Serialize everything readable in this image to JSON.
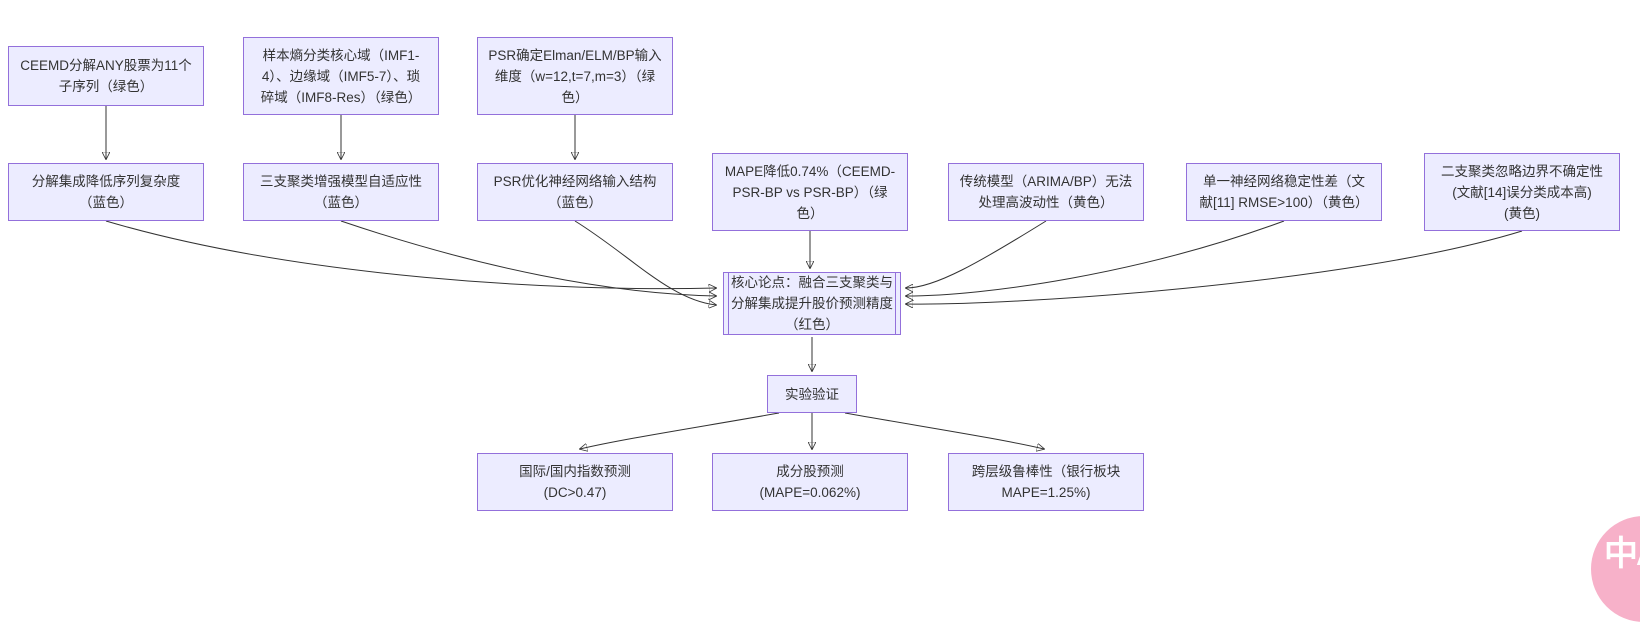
{
  "diagram": {
    "type": "flowchart",
    "nodes": {
      "ceemd": {
        "label": "CEEMD分解ANY股票为11个\n子序列（绿色）"
      },
      "sample_entropy": {
        "label": "样本熵分类核心域（IMF1-\n4）、边缘域（IMF5-7）、琐\n碎域（IMF8-Res）（绿色）"
      },
      "psr_input": {
        "label": "PSR确定Elman/ELM/BP输入\n维度（w=12,t=7,m=3）（绿\n色）"
      },
      "decomp": {
        "label": "分解集成降低序列复杂度\n（蓝色）"
      },
      "three_way": {
        "label": "三支聚类增强模型自适应性\n（蓝色）"
      },
      "psr_opt": {
        "label": "PSR优化神经网络输入结构\n（蓝色）"
      },
      "mape": {
        "label": "MAPE降低0.74%（CEEMD-\nPSR-BP vs PSR-BP）（绿\n色）"
      },
      "traditional": {
        "label": "传统模型（ARIMA/BP）无法\n处理高波动性（黄色）"
      },
      "single_nn": {
        "label": "单一神经网络稳定性差（文\n献[11] RMSE>100）（黄色）"
      },
      "two_way": {
        "label": "二支聚类忽略边界不确定性\n(文献[14]误分类成本高)\n(黄色)"
      },
      "core": {
        "label": "核心论点：融合三支聚类与\n分解集成提升股价预测精度\n（红色）"
      },
      "experiment": {
        "label": "实验验证"
      },
      "index_pred": {
        "label": "国际/国内指数预测\n(DC>0.47)"
      },
      "component_pred": {
        "label": "成分股预测\n(MAPE=0.062%)"
      },
      "robustness": {
        "label": "跨层级鲁棒性（银行板块\nMAPE=1.25%)"
      }
    },
    "edges": [
      {
        "from": "ceemd",
        "to": "decomp"
      },
      {
        "from": "sample_entropy",
        "to": "three_way"
      },
      {
        "from": "psr_input",
        "to": "psr_opt"
      },
      {
        "from": "decomp",
        "to": "core"
      },
      {
        "from": "three_way",
        "to": "core"
      },
      {
        "from": "psr_opt",
        "to": "core"
      },
      {
        "from": "mape",
        "to": "core"
      },
      {
        "from": "traditional",
        "to": "core"
      },
      {
        "from": "single_nn",
        "to": "core"
      },
      {
        "from": "two_way",
        "to": "core"
      },
      {
        "from": "core",
        "to": "experiment"
      },
      {
        "from": "experiment",
        "to": "index_pred"
      },
      {
        "from": "experiment",
        "to": "component_pred"
      },
      {
        "from": "experiment",
        "to": "robustness"
      }
    ],
    "colors": {
      "node_fill": "#ECECFF",
      "node_border": "#9370DB",
      "edge": "#333333",
      "text": "#333333"
    }
  },
  "widgets": {
    "translate_button": {
      "glyph": "中A",
      "color": "#F7B1C9"
    }
  }
}
